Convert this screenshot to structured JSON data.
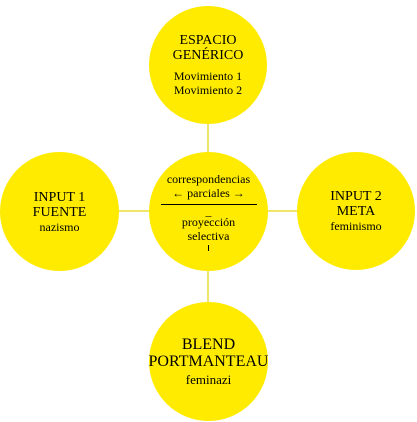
{
  "diagram": {
    "top": {
      "title_line1": "ESPACIO",
      "title_line2": "GENÉRICO",
      "item1": "Movimiento 1",
      "item2": "Movimiento 2"
    },
    "left": {
      "title_line1": "INPUT 1",
      "title_line2": "FUENTE",
      "value": "nazismo"
    },
    "right": {
      "title_line1": "INPUT 2",
      "title_line2": "META",
      "value": "feminismo"
    },
    "center": {
      "line1": "correspondencias",
      "line2": "← parciales →",
      "separator": "_",
      "line3": "proyección",
      "line4": "selectiva"
    },
    "bottom": {
      "title_line1": "BLEND",
      "title_line2": "PORTMANTEAU",
      "value": "feminazi"
    },
    "colors": {
      "circle_fill": "#ffeb00",
      "connector": "#f2e66a"
    }
  }
}
